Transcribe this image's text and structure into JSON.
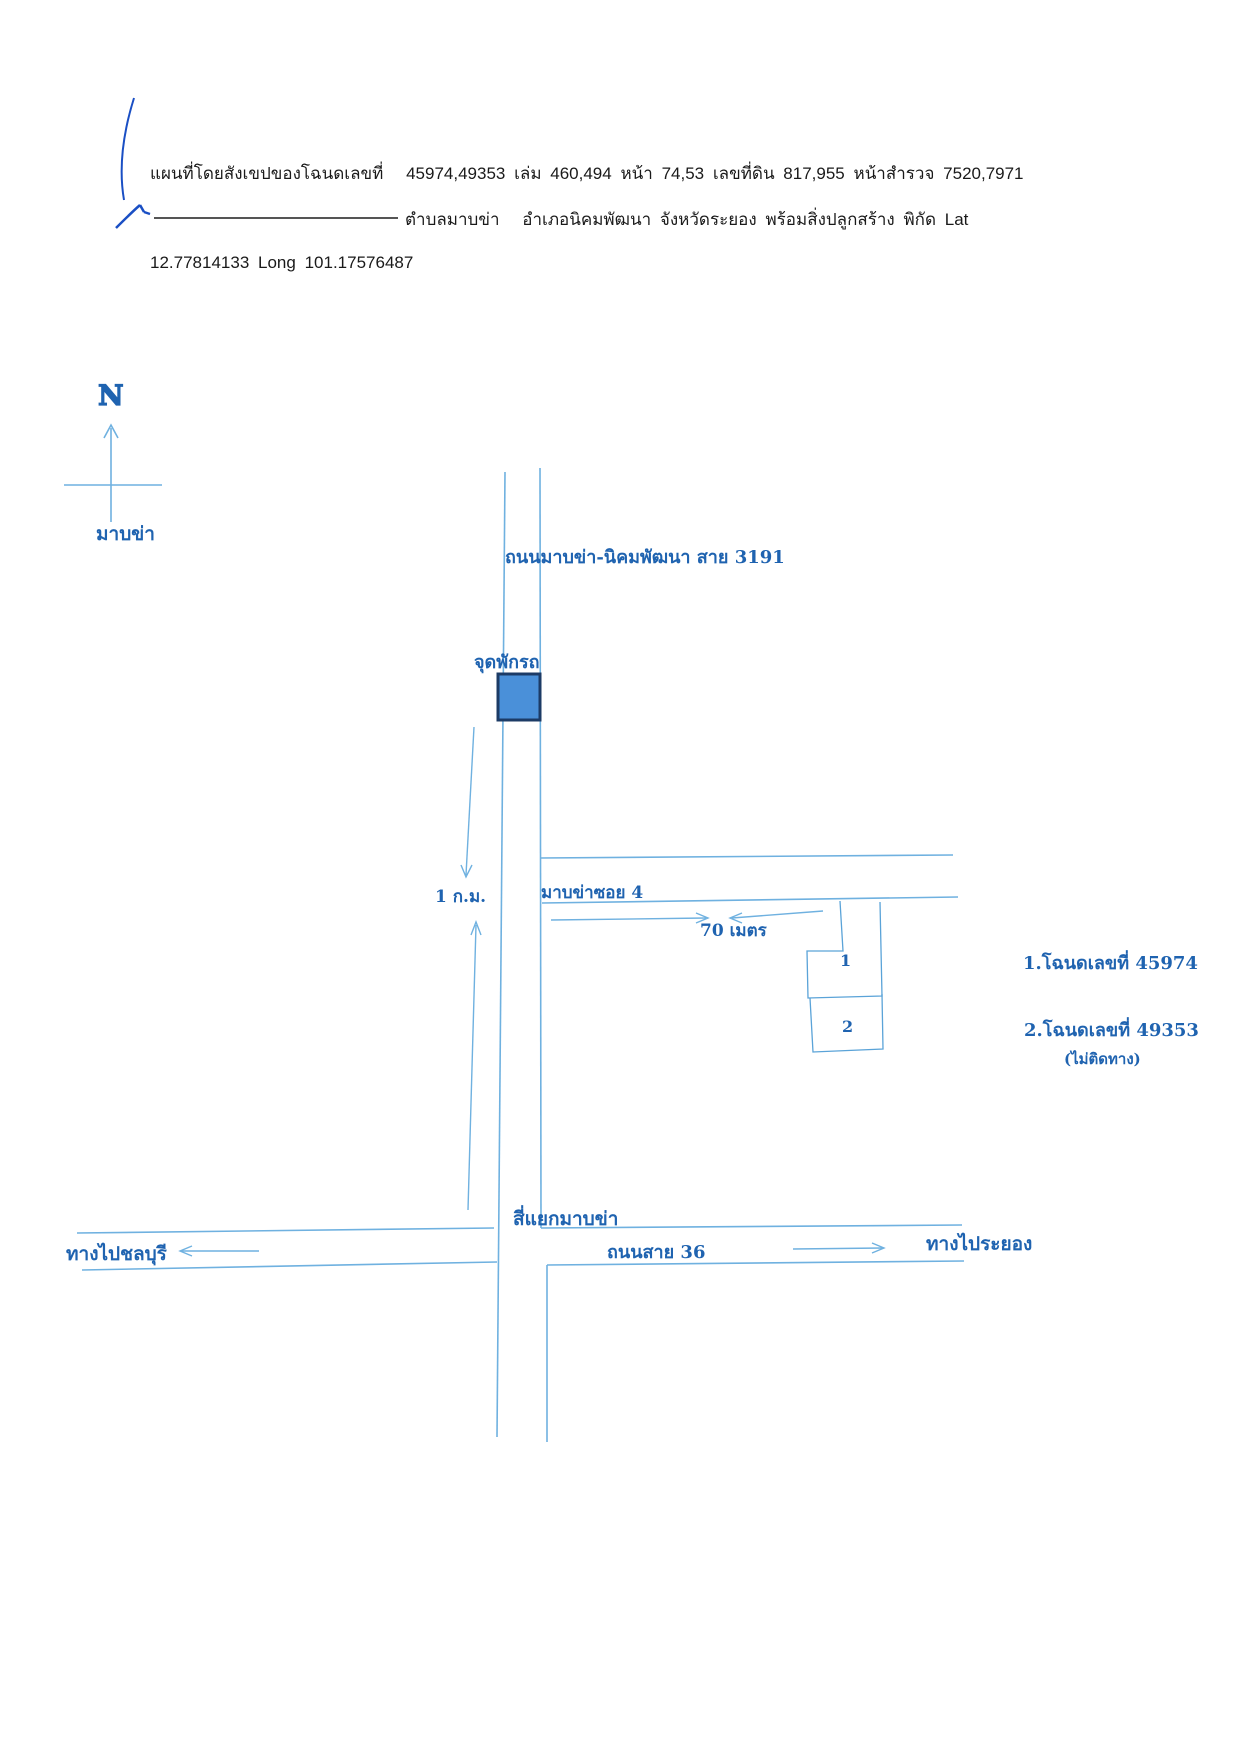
{
  "header": {
    "line1": {
      "text": "แผนที่โดยสังเขปของโฉนดเลขที่",
      "deed_numbers": "45974,49353",
      "book_label": "เล่ม",
      "book_numbers": "460,494",
      "page_label": "หน้า",
      "page_numbers": "74,53",
      "land_no_label": "เลขที่ดิน",
      "land_numbers": "817,955",
      "survey_page_label": "หน้าสำรวจ",
      "survey_numbers": "7520,7971"
    },
    "line2": {
      "subdistrict": "ตำบลมาบข่า",
      "district": "อำเภอนิคมพัฒนา",
      "province": "จังหวัดระยอง",
      "with_buildings": "พร้อมสิ่งปลูกสร้าง",
      "coord_label": "พิกัด",
      "lat_label": "Lat"
    },
    "line3": {
      "lat_value": "12.77814133",
      "long_label": "Long",
      "long_value": "101.17576487"
    }
  },
  "compass": {
    "north_label": "N",
    "place_label": "มาบข่า"
  },
  "roads": {
    "main_road": "ถนนมาบข่า-นิคมพัฒนา สาย 3191",
    "soi": "มาบข่าซอย 4",
    "junction": "สี่แยกมาบข่า",
    "highway": "ถนนสาย 36"
  },
  "landmarks": {
    "parking": "จุดพักรถ"
  },
  "distances": {
    "main_road_distance": "1 ก.ม.",
    "soi_distance": "70 เมตร"
  },
  "directions": {
    "to_chonburi": "ทางไปชลบุรี",
    "to_rayong": "ทางไประยอง"
  },
  "plots": {
    "plot1_number": "1",
    "plot2_number": "2",
    "legend": [
      {
        "text": "1.โฉนดเลขที่ 45974"
      },
      {
        "text": "2.โฉนดเลขที่ 49353"
      }
    ],
    "note": "(ไม่ติดทาง)"
  },
  "colors": {
    "road": "#6fb1e0",
    "label": "#1f63b0",
    "parking_fill": "#4a90d9",
    "parking_border": "#1c3b66",
    "signature": "#1a4fc4"
  }
}
